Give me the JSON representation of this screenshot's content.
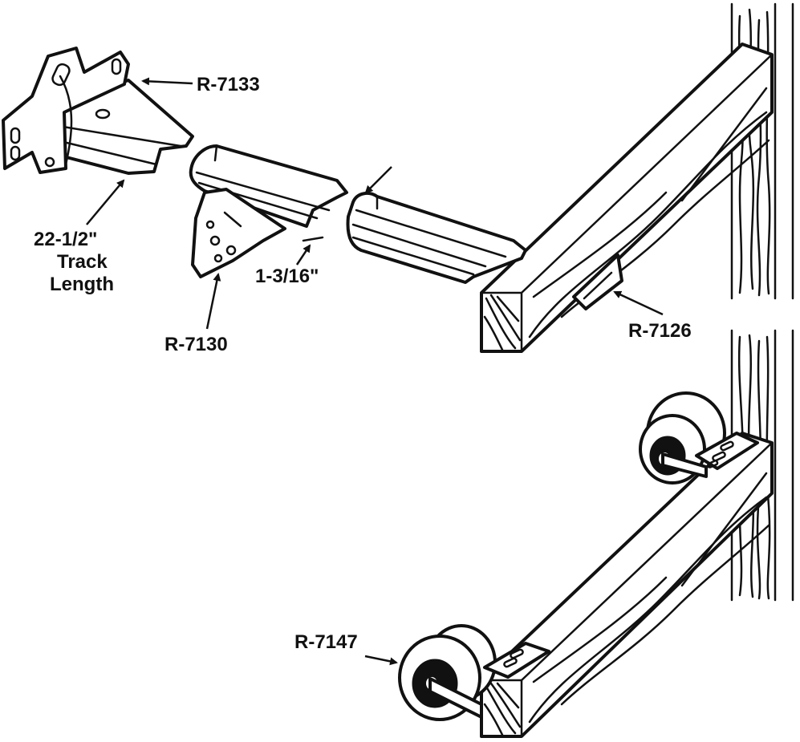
{
  "labels": {
    "bracket": "R-7133",
    "track_length_line1": "22-1/2\"",
    "track_length_line2": "Track",
    "track_length_line3": "Length",
    "roller_guide": "R-7130",
    "gap": "1-3/16\"",
    "rear_bracket": "R-7126",
    "wheel": "R-7147"
  },
  "colors": {
    "ink": "#111111",
    "paper": "#ffffff"
  }
}
